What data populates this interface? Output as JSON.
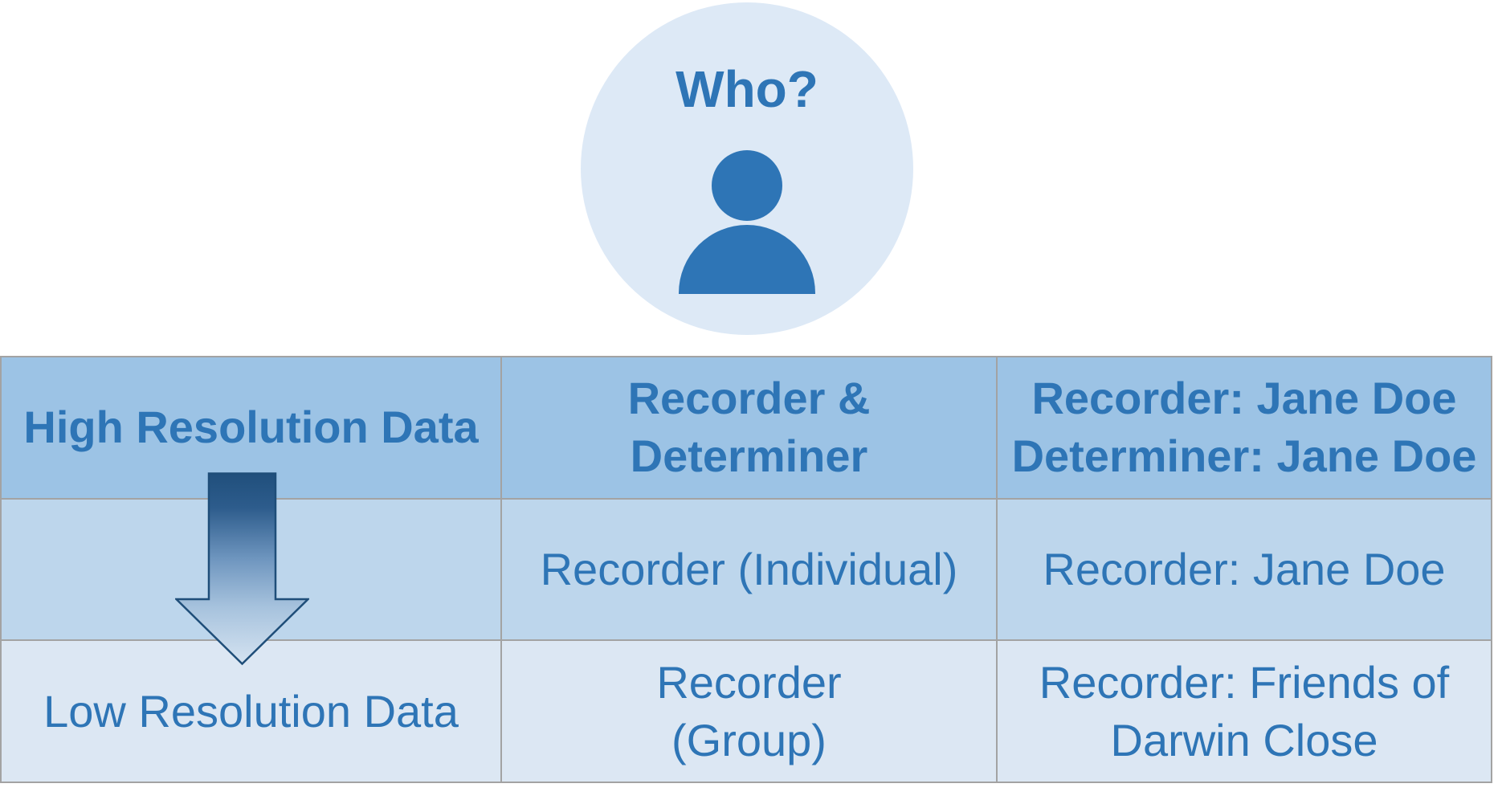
{
  "who": {
    "label": "Who?",
    "icon": "person"
  },
  "table": {
    "rows": [
      {
        "cells": [
          "High Resolution Data",
          "Recorder &\nDeterminer",
          "Recorder: Jane Doe\nDeterminer: Jane Doe"
        ]
      },
      {
        "cells": [
          "",
          "Recorder (Individual)",
          "Recorder: Jane Doe"
        ]
      },
      {
        "cells": [
          "Low Resolution Data",
          "Recorder\n(Group)",
          "Recorder: Friends of\nDarwin Close"
        ]
      }
    ]
  },
  "arrow": {
    "direction": "down",
    "from": "High Resolution Data",
    "to": "Low Resolution Data"
  },
  "colors": {
    "header-bg": "#9cc3e5",
    "row2-bg": "#bdd6ec",
    "row3-bg": "#dce7f3",
    "circle-bg": "#dde9f6",
    "text-blue": "#2e75b6",
    "icon-blue": "#2e75b6",
    "border-gray": "#a3a3a3",
    "arrow-dark": "#204f7c",
    "arrow-light": "#d5e3f1"
  }
}
